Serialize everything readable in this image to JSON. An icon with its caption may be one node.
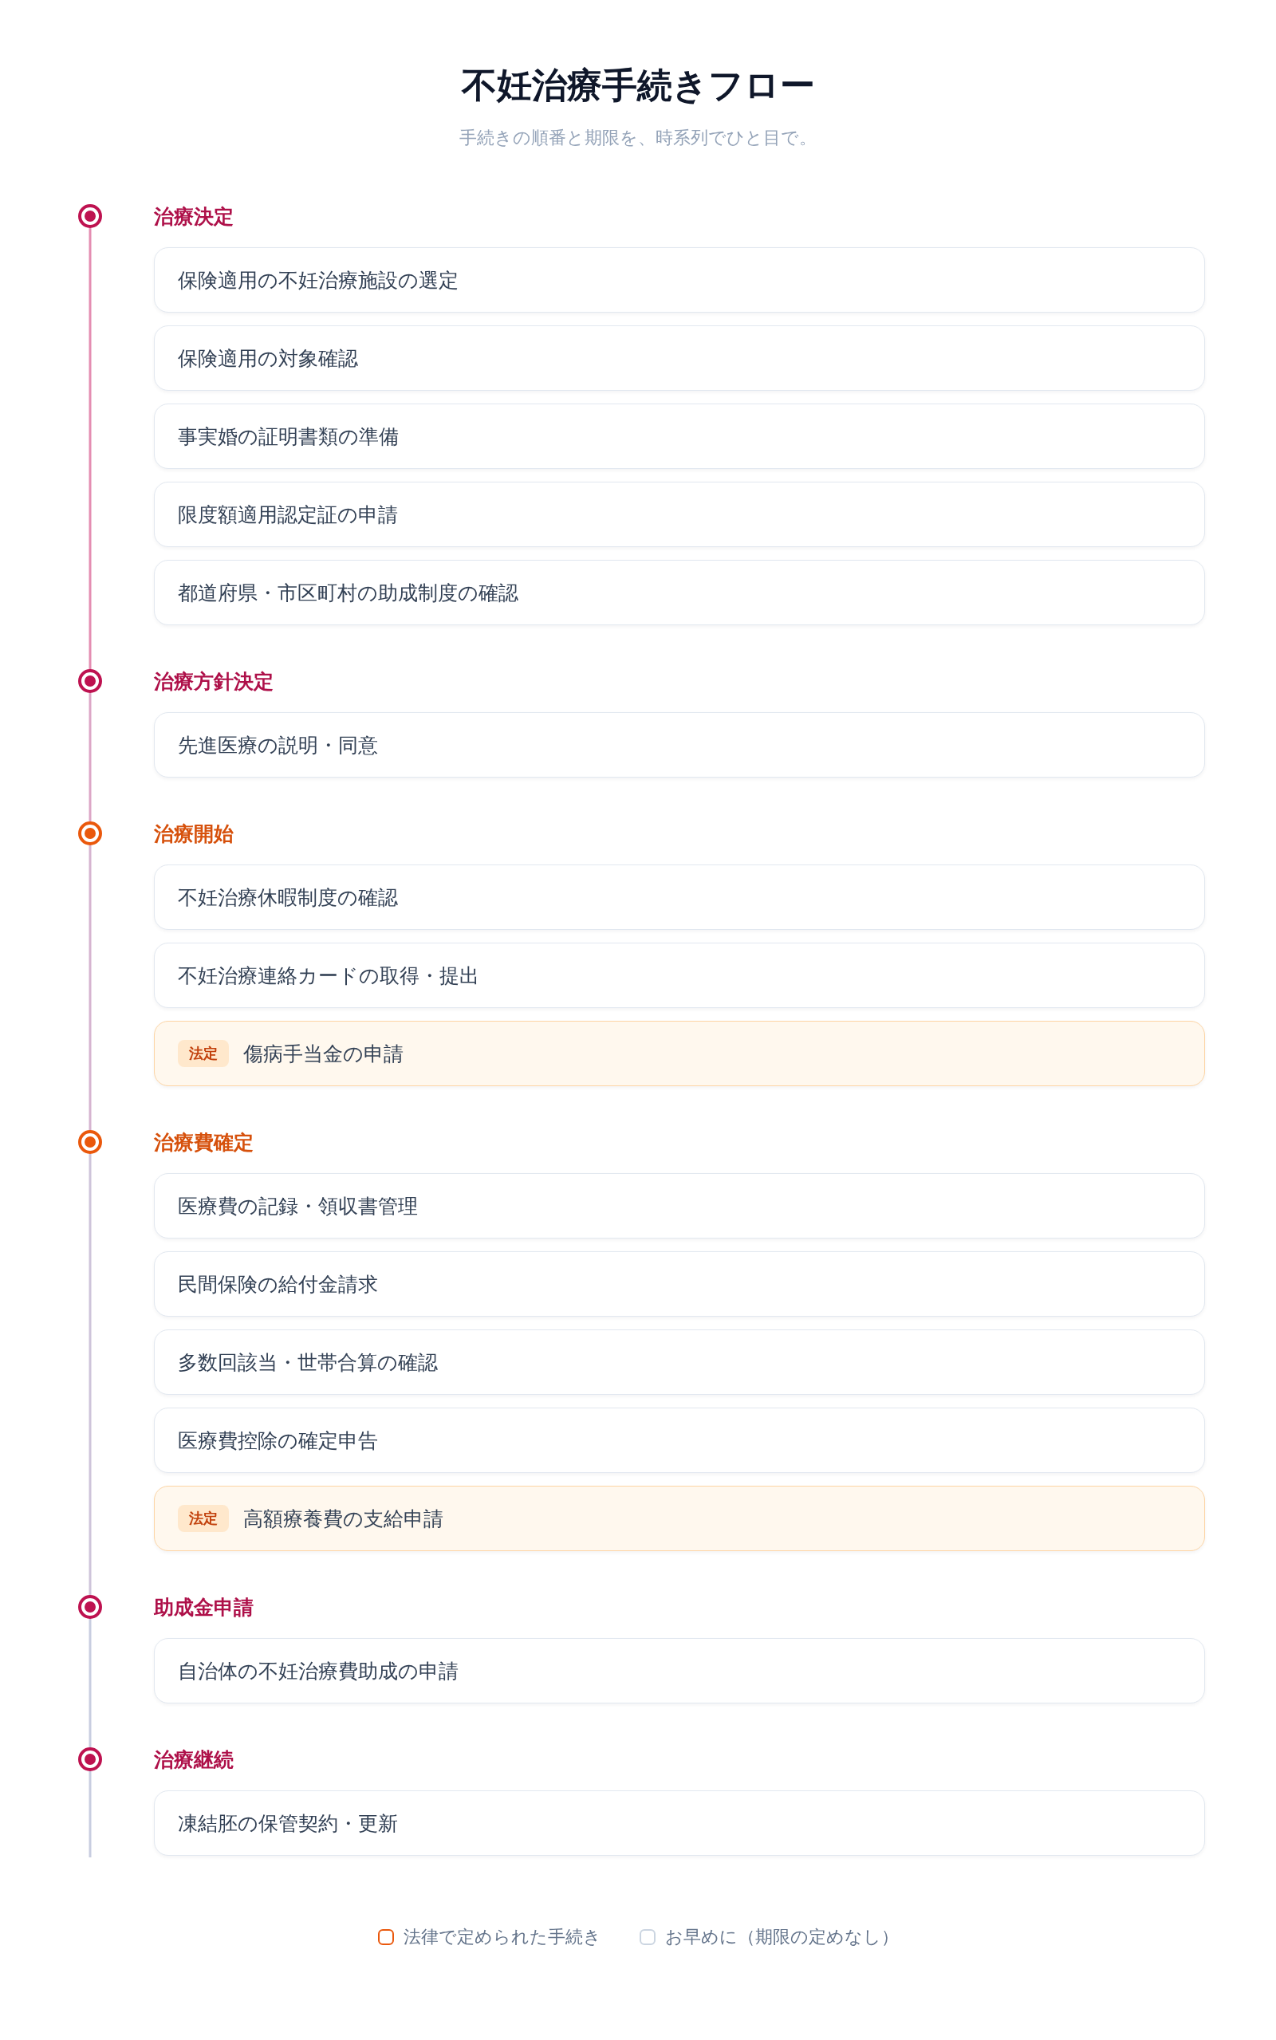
{
  "diagram": {
    "title": "不妊治療手続きフロー",
    "nodes": [
      {
        "text": [],
        "shape": "circle"
      },
      {
        "text": [
          "保険適用の不妊治療施設の選定"
        ]
      },
      {
        "text": [
          "保険適用の対象確認"
        ]
      },
      {
        "text": [
          "事実婚の証明書類の準備"
        ]
      },
      {
        "text": [
          "限度額適用認定証の申請"
        ]
      },
      {
        "text": [
          "都道府県・市区町村の助成制度の確認"
        ]
      },
      {
        "text": [],
        "shape": "circle"
      },
      {
        "text": [
          "先進医療の説明・同意"
        ]
      },
      {
        "text": [],
        "shape": "circle"
      },
      {
        "text": [
          "不妊治療休暇制度の確認"
        ]
      },
      {
        "text": [
          "不妊治療連絡カードの取得・提出"
        ]
      },
      {
        "text": [
          "法定",
          "傷病手当金の申請"
        ]
      },
      {
        "text": [],
        "shape": "circle"
      },
      {
        "text": [
          "医療費の記録・領収書管理"
        ]
      },
      {
        "text": [
          "民間保険の給付金請求"
        ]
      },
      {
        "text": [
          "多数回該当・世帯合算の確認"
        ]
      },
      {
        "text": [
          "医療費控除の確定申告"
        ]
      },
      {
        "text": [
          "法定",
          "高額療養費の支給申請"
        ]
      },
      {
        "text": [],
        "shape": "circle"
      },
      {
        "text": [
          "自治体の不妊治療費助成の申請"
        ]
      },
      {
        "text": [],
        "shape": "circle"
      },
      {
        "text": [
          "凍結胚の保管契約・更新"
        ]
      }
    ],
    "edges": [
      {
        "from": 0,
        "to": 6,
        "arrow": "none",
        "color": "#e48db2"
      },
      {
        "from": 6,
        "to": 8,
        "arrow": "none",
        "color": "#dca6c6"
      },
      {
        "from": 8,
        "to": 12,
        "arrow": "none",
        "color": "#d6b4d0"
      },
      {
        "from": 12,
        "to": 18,
        "arrow": "none",
        "color": "#cec4da"
      },
      {
        "from": 18,
        "to": 20,
        "arrow": "none",
        "color": "#c8cde0"
      }
    ],
    "labels": [
      "手続きの順番と期限を、時系列でひと目で。",
      "治療決定",
      "治療方針決定",
      "治療開始",
      "治療費確定",
      "助成金申請",
      "治療継続"
    ],
    "legend": [
      {
        "text": "法律で定められた手続き",
        "color": "#ea580c"
      },
      {
        "text": "お早めに（期限の定めなし）",
        "color": "#cbd5e1"
      }
    ]
  }
}
